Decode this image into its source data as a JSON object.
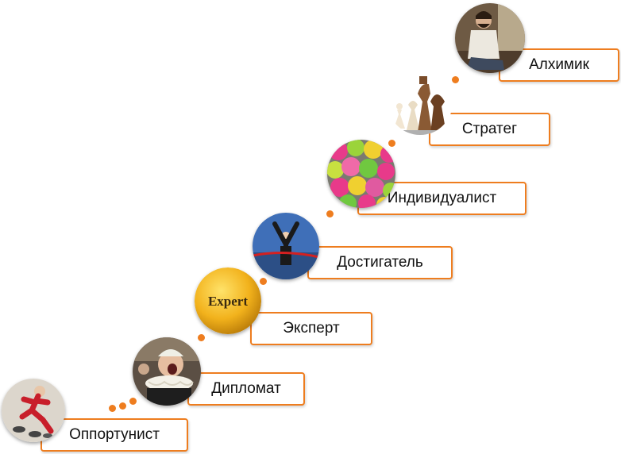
{
  "colors": {
    "accent": "#ee7d1f",
    "label_text": "#111111"
  },
  "stages": [
    {
      "label": "Оппортунист",
      "icon": "running-man-icon"
    },
    {
      "label": "Дипломат",
      "icon": "shouting-man-ruff-icon"
    },
    {
      "label": "Эксперт",
      "icon": "expert-badge-icon",
      "badge_text": "Expert"
    },
    {
      "label": "Достигатель",
      "icon": "finish-line-winner-icon"
    },
    {
      "label": "Индивидуалист",
      "icon": "colorful-chicks-icon"
    },
    {
      "label": "Стратег",
      "icon": "chess-pieces-icon"
    },
    {
      "label": "Алхимик",
      "icon": "seated-man-portrait-icon"
    }
  ]
}
